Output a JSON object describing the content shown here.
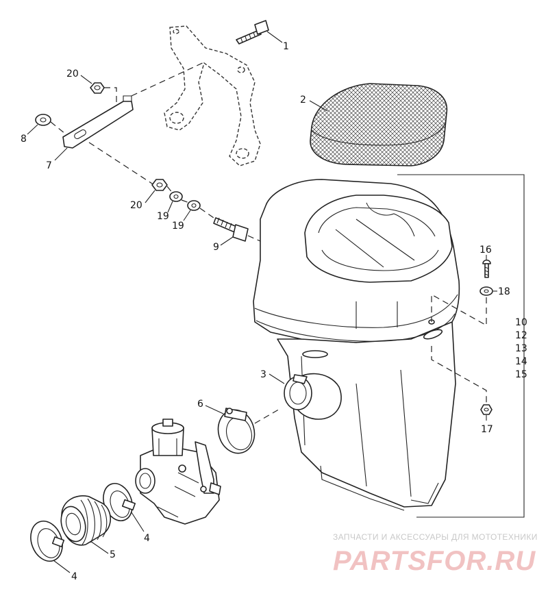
{
  "callouts": {
    "c1": "1",
    "c2": "2",
    "c3": "3",
    "c4a": "4",
    "c4b": "4",
    "c5": "5",
    "c6": "6",
    "c7": "7",
    "c8": "8",
    "c9": "9",
    "c16": "16",
    "c17": "17",
    "c18": "18",
    "c19a": "19",
    "c19b": "19",
    "c20a": "20",
    "c20b": "20"
  },
  "kit_group": [
    "10",
    "12",
    "13",
    "14",
    "15"
  ],
  "watermark": {
    "tagline": "ЗАПЧАСТИ И АКСЕССУАРЫ ДЛЯ МОТОТЕХНИКИ",
    "brand": "PARTSFOR.RU"
  },
  "colors": {
    "line": "#222222",
    "watermark_brand": "#f1c2c2",
    "watermark_tagline": "#c8c8c8"
  }
}
